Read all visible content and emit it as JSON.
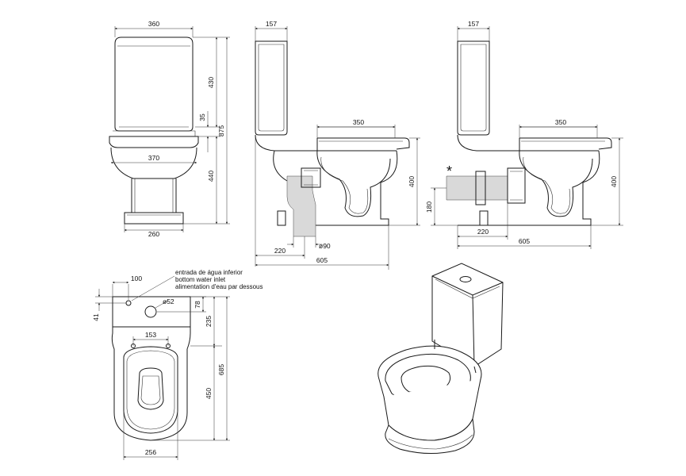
{
  "dimensions": {
    "front": {
      "top_width": "360",
      "bowl_width": "370",
      "base_width": "260",
      "cistern_height": "430",
      "gap_height": "35",
      "bowl_height": "440",
      "total_height": "875"
    },
    "side": {
      "cistern_depth": "157",
      "seat_length": "350",
      "bowl_height": "400",
      "outlet_distance": "220",
      "outlet_diameter": "ø90",
      "total_length": "605"
    },
    "side_rear": {
      "cistern_depth": "157",
      "seat_length": "350",
      "bowl_height": "400",
      "outlet_height": "180",
      "outlet_distance": "220",
      "total_length": "605",
      "outlet_marker": "*"
    },
    "plan": {
      "inlet_offset": "100",
      "inlet_depth": "41",
      "hole_diameter": "ø52",
      "hole_offset": "78",
      "fixing_spacing": "153",
      "rear_depth": "235",
      "bowl_depth": "450",
      "total_depth": "685",
      "bowl_width": "256"
    }
  },
  "inlet_note": [
    "entrada de água inferior",
    "bottom water inlet",
    "alimentation d'eau par dessous"
  ]
}
